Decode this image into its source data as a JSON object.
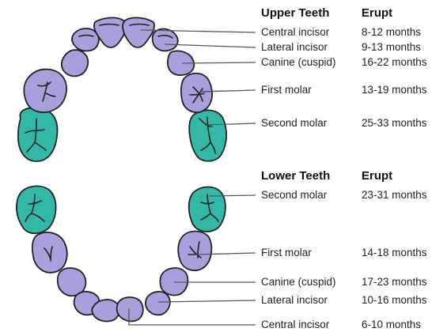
{
  "upper": {
    "header_label": "Upper Teeth",
    "header_erupt": "Erupt",
    "rows": [
      {
        "name": "Central incisor",
        "erupt": "8-12 months"
      },
      {
        "name": "Lateral incisor",
        "erupt": "9-13 months"
      },
      {
        "name": "Canine (cuspid)",
        "erupt": "16-22 months"
      },
      {
        "name": "First molar",
        "erupt": "13-19 months"
      },
      {
        "name": "Second molar",
        "erupt": "25-33 months"
      }
    ]
  },
  "lower": {
    "header_label": "Lower Teeth",
    "header_erupt": "Erupt",
    "rows": [
      {
        "name": "Second molar",
        "erupt": "23-31 months"
      },
      {
        "name": "First molar",
        "erupt": "14-18 months"
      },
      {
        "name": "Canine (cuspid)",
        "erupt": "17-23 months"
      },
      {
        "name": "Lateral incisor",
        "erupt": "10-16 months"
      },
      {
        "name": "Central incisor",
        "erupt": "6-10 months"
      }
    ]
  },
  "colors": {
    "primary_tooth": "#a99fdc",
    "molar_highlight": "#33b8a8",
    "outline": "#222222",
    "leader_line": "#555555"
  }
}
